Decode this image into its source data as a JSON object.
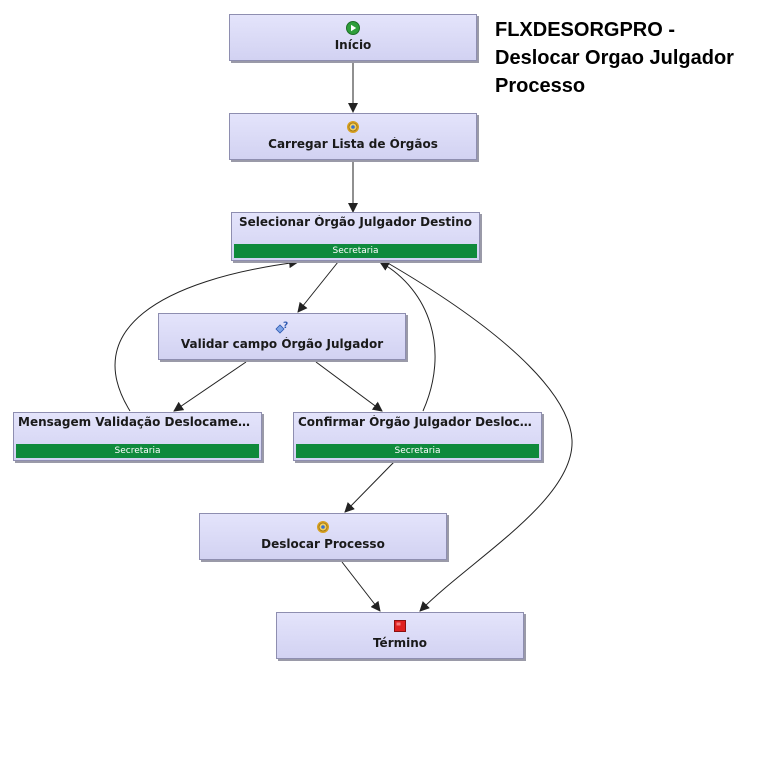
{
  "diagram": {
    "title": {
      "line1": "FLXDESORGPRO -",
      "line2": "Deslocar Orgao Julgador",
      "line3": "Processo"
    },
    "nodes": {
      "inicio": {
        "label": "Início",
        "icon": "play-icon",
        "icon_color": "#2e9e3a"
      },
      "carregar": {
        "label": "Carregar Lista de Órgãos",
        "icon": "gear-icon",
        "icon_color": "#d8a020"
      },
      "selecionar": {
        "label": "Selecionar Órgão Julgador Destino",
        "lane": "Secretaria"
      },
      "validar": {
        "label": "Validar campo Órgão Julgador",
        "icon": "decision-icon",
        "icon_color": "#3a6fd0"
      },
      "mensagem": {
        "label": "Mensagem Validação Deslocamento",
        "lane": "Secretaria"
      },
      "confirmar": {
        "label": "Confirmar Órgão Julgador Desloca...",
        "lane": "Secretaria"
      },
      "deslocar": {
        "label": "Deslocar Processo",
        "icon": "gear-icon",
        "icon_color": "#d8a020"
      },
      "termino": {
        "label": "Término",
        "icon": "stop-icon",
        "icon_color": "#e02020"
      }
    },
    "colors": {
      "node_fill": "#dcdcf7",
      "node_border": "#8e8eb0",
      "lane_fill": "#0f8a3c",
      "edge": "#222222"
    }
  }
}
